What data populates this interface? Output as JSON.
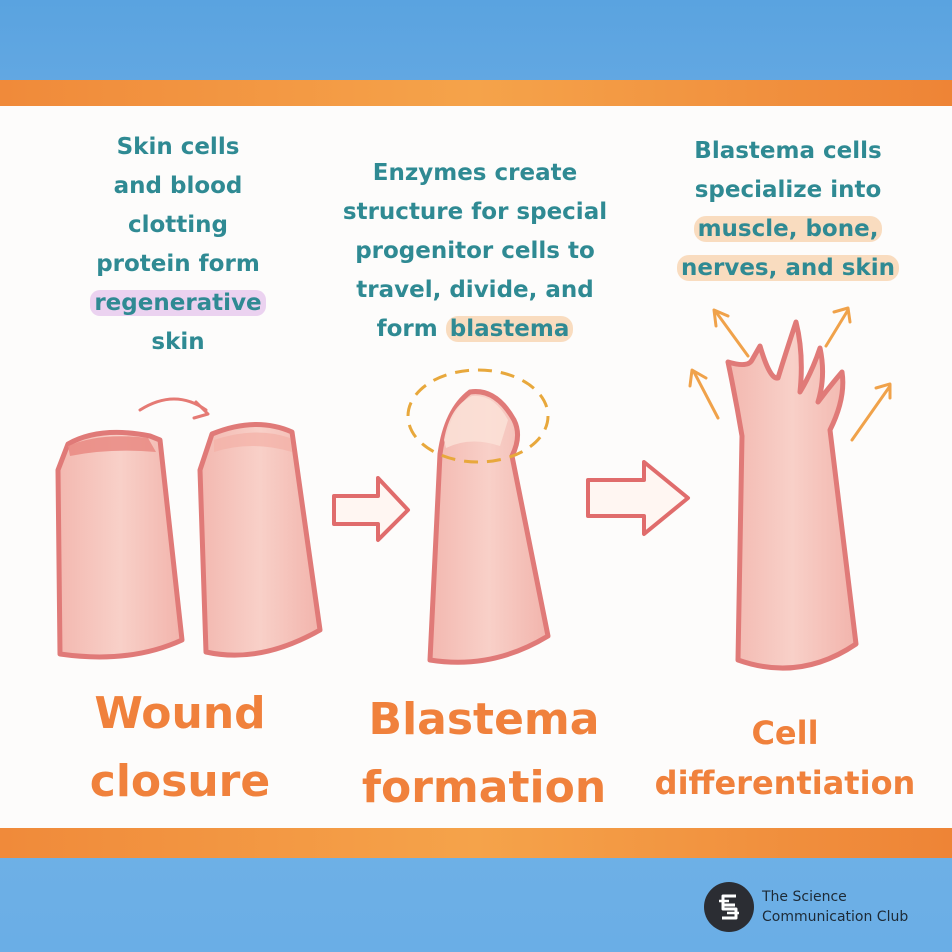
{
  "stages": [
    {
      "caption_lines": [
        {
          "text": "Skin cells"
        },
        {
          "text": "and blood"
        },
        {
          "text": "clotting"
        },
        {
          "text": "protein form"
        },
        {
          "text": "regenerative"
        },
        {
          "text": "skin"
        }
      ],
      "title_lines": [
        "Wound",
        "closure"
      ]
    },
    {
      "caption_lines": [
        {
          "text": "Enzymes create"
        },
        {
          "text": "structure for special"
        },
        {
          "text": "progenitor cells to"
        },
        {
          "text": "travel, divide, and"
        },
        {
          "prefix": "form ",
          "highlight": "blastema"
        }
      ],
      "title_lines": [
        "Blastema",
        "formation"
      ]
    },
    {
      "caption_lines": [
        {
          "text": "Blastema cells"
        },
        {
          "text": "specialize into"
        },
        {
          "text": "muscle, bone,"
        },
        {
          "text": "nerves, and skin"
        }
      ],
      "title_lines": [
        "Cell",
        "differentiation"
      ]
    }
  ],
  "logo": {
    "line1": "The Science",
    "line2": "Communication Club"
  },
  "colors": {
    "background_blue": "#6aaee6",
    "band_orange": "#f08a3a",
    "caption_teal": "#2f8a93",
    "title_orange": "#f0813c",
    "finger_fill": "#f6c6bd",
    "finger_outline": "#e07a78",
    "dash_ring": "#e8a83c",
    "pink_highlight": "#e4c4ec",
    "orange_highlight": "#f8d6b4"
  },
  "icons": {
    "curved_arrow": "curved-arrow-icon",
    "block_arrow": "block-arrow-icon",
    "growth_arrow": "growth-arrow-icon",
    "logo_mark": "scc-logo-icon"
  }
}
